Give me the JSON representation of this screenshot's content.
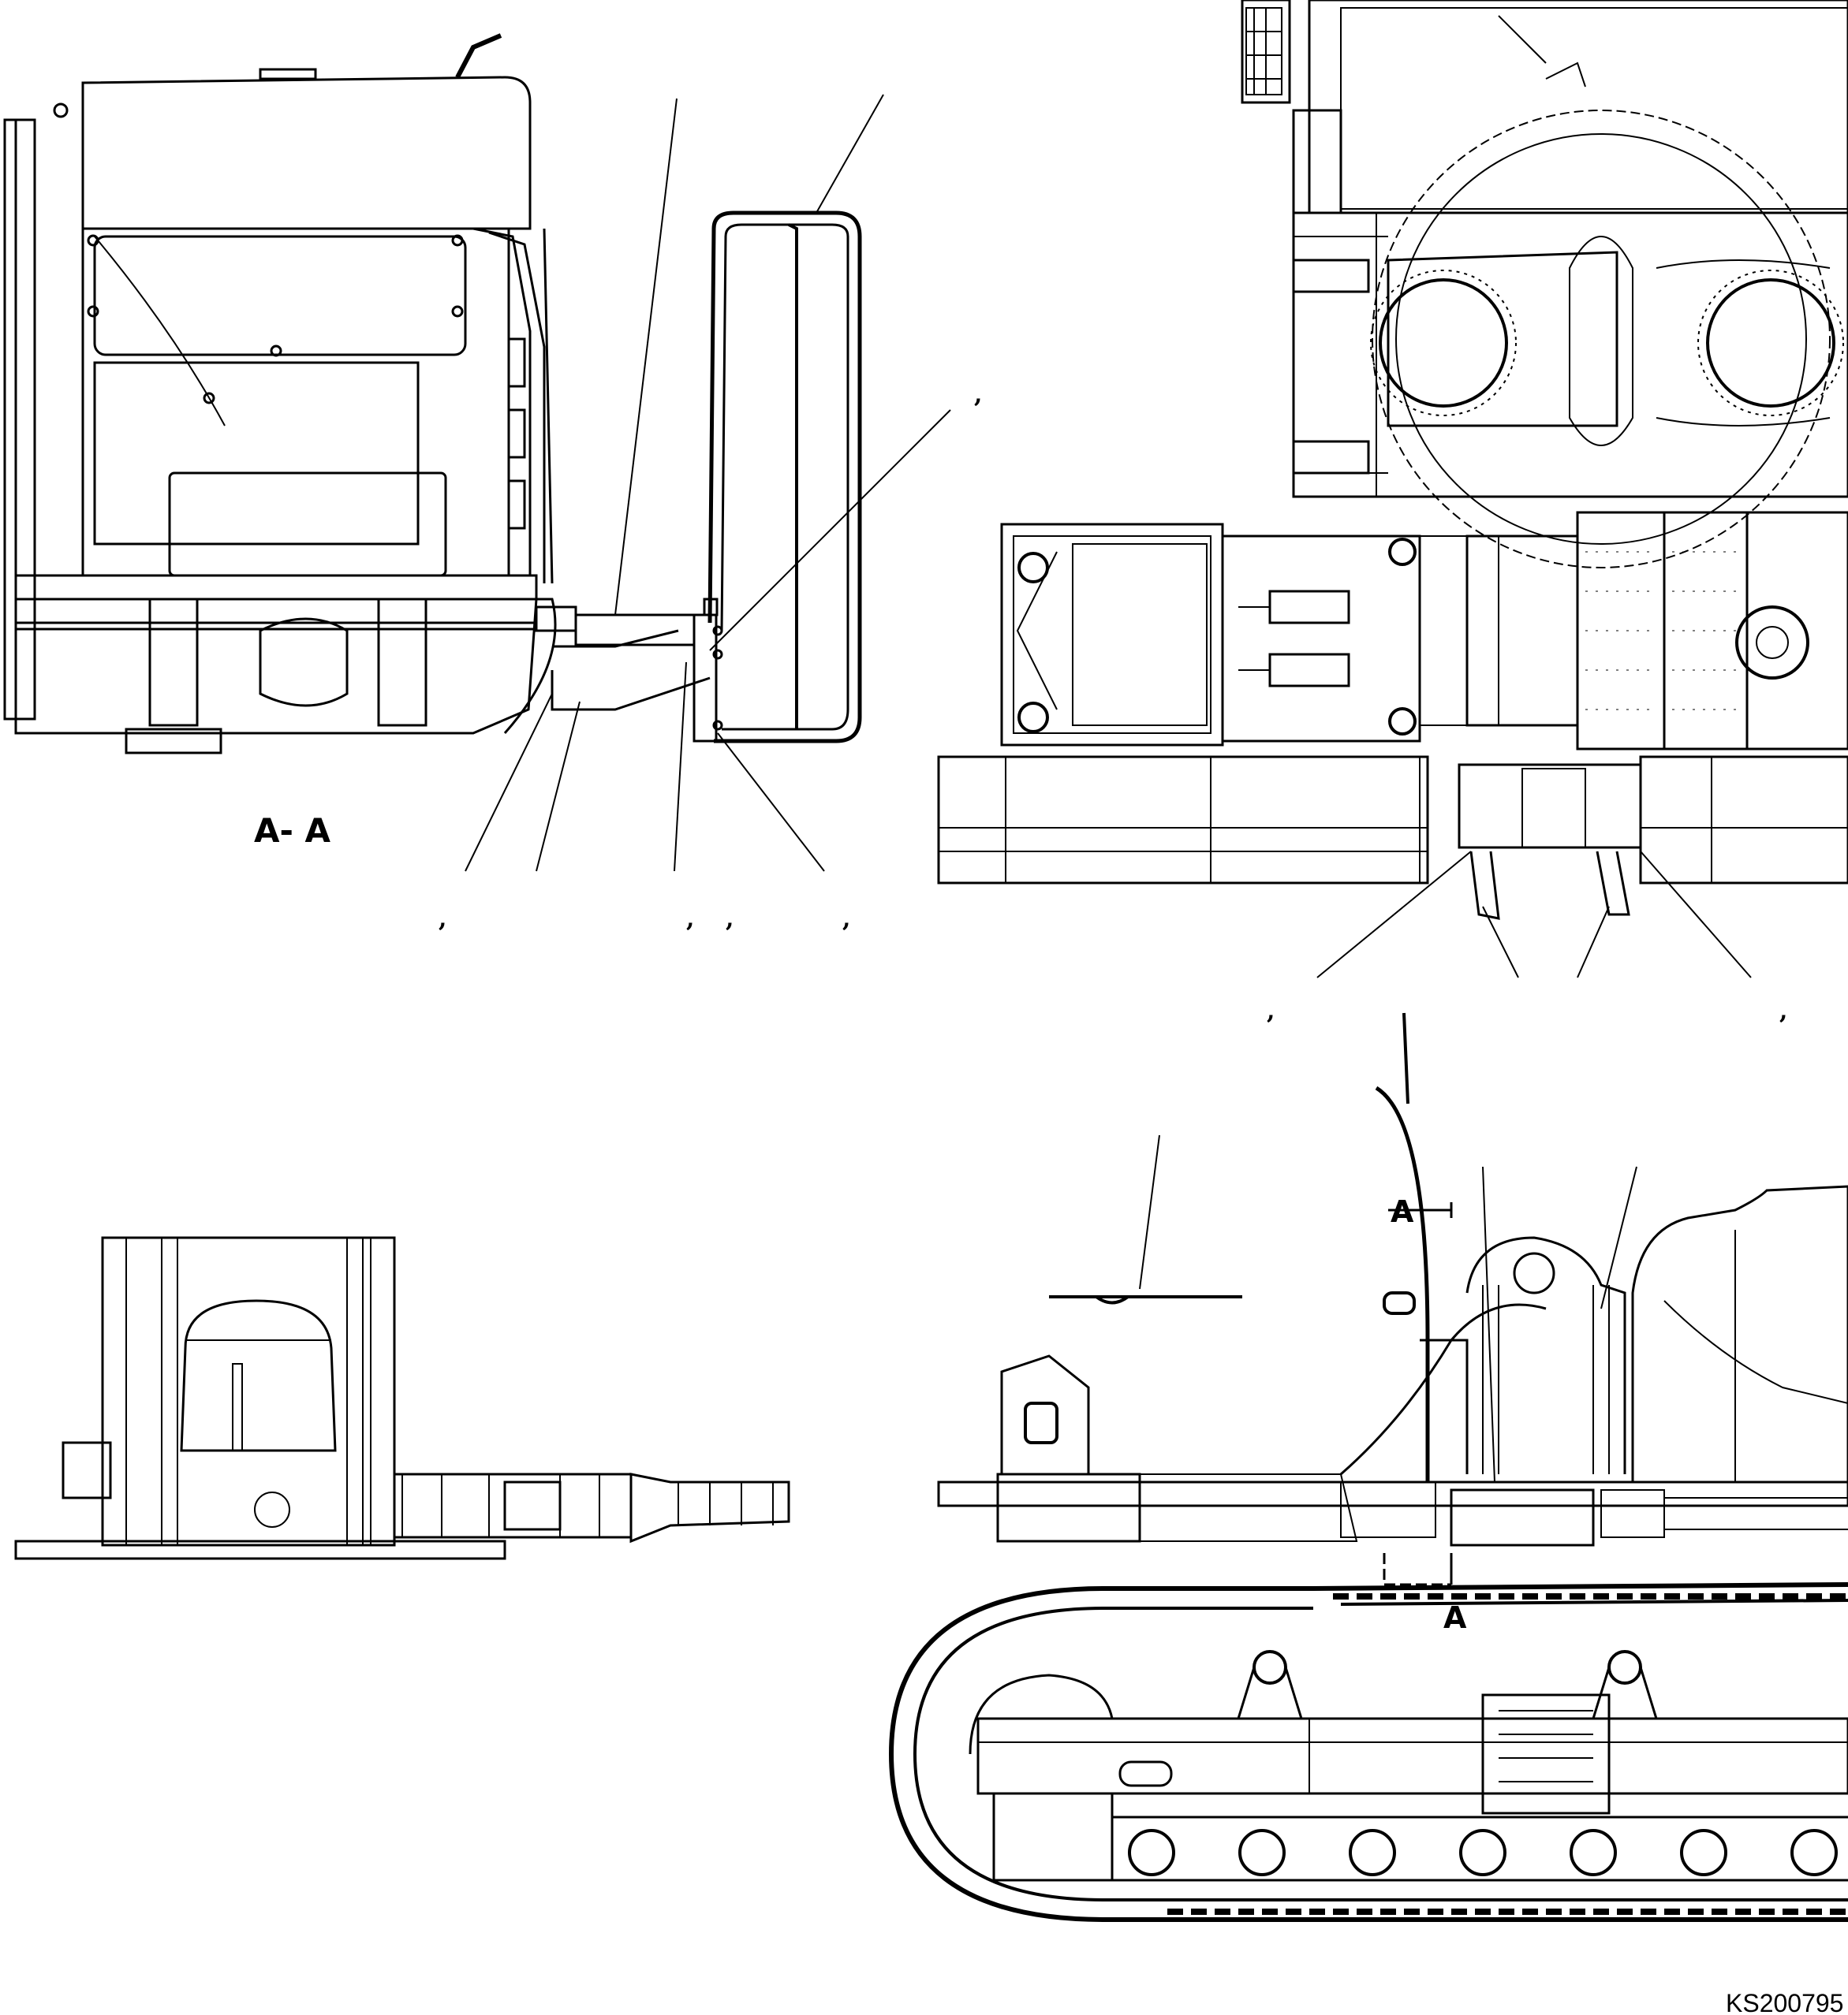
{
  "labels": {
    "section_title": "A- A",
    "section_mark_top": "A",
    "section_mark_bottom": "A",
    "drawing_code": "KS200795",
    "callout_separator": ","
  },
  "colors": {
    "line": "#000000",
    "background": "#ffffff"
  }
}
